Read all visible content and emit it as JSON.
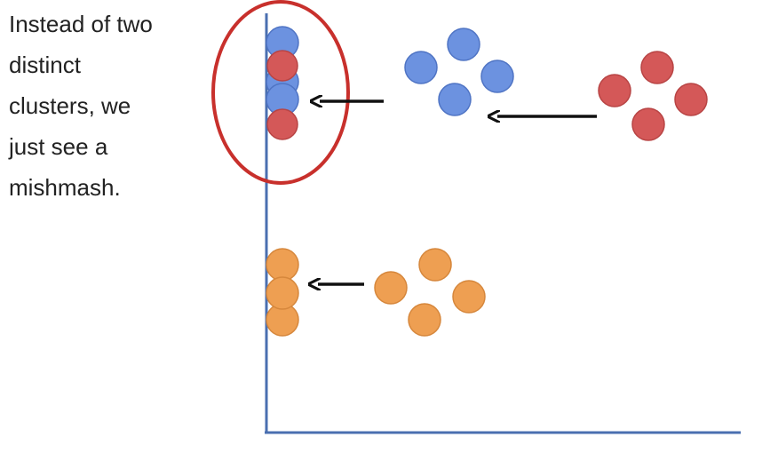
{
  "caption_lines": [
    "Instead of two",
    "distinct",
    "clusters, we",
    "just see a",
    "mishmash."
  ],
  "colors": {
    "axis": "#4a6fb0",
    "blue_fill": "#6c92e0",
    "blue_stroke": "#4f74c4",
    "red_fill": "#d45858",
    "red_stroke": "#b84444",
    "orange_fill": "#ee9f52",
    "orange_stroke": "#d6873c",
    "highlight_ellipse": "#c8302c",
    "arrow": "#111111"
  },
  "icons": [
    "left-arrow-icon"
  ]
}
